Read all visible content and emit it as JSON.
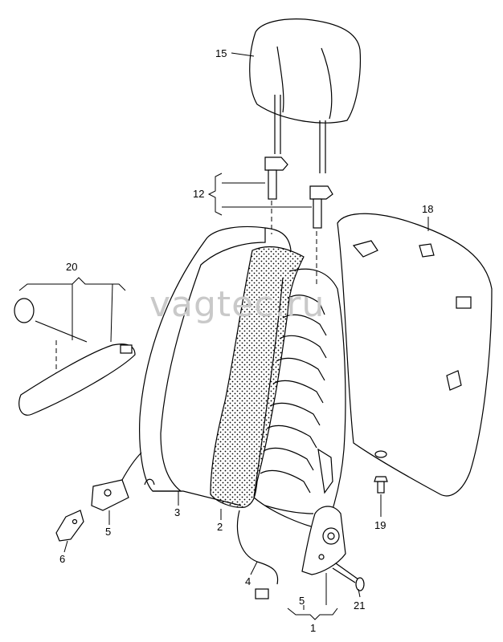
{
  "watermark": "vagtec.ru",
  "callouts": {
    "c1": "1",
    "c2": "2",
    "c3": "3",
    "c4": "4",
    "c5a": "5",
    "c5b": "5",
    "c6": "6",
    "c12": "12",
    "c15": "15",
    "c18": "18",
    "c19": "19",
    "c20": "20",
    "c21": "21"
  }
}
